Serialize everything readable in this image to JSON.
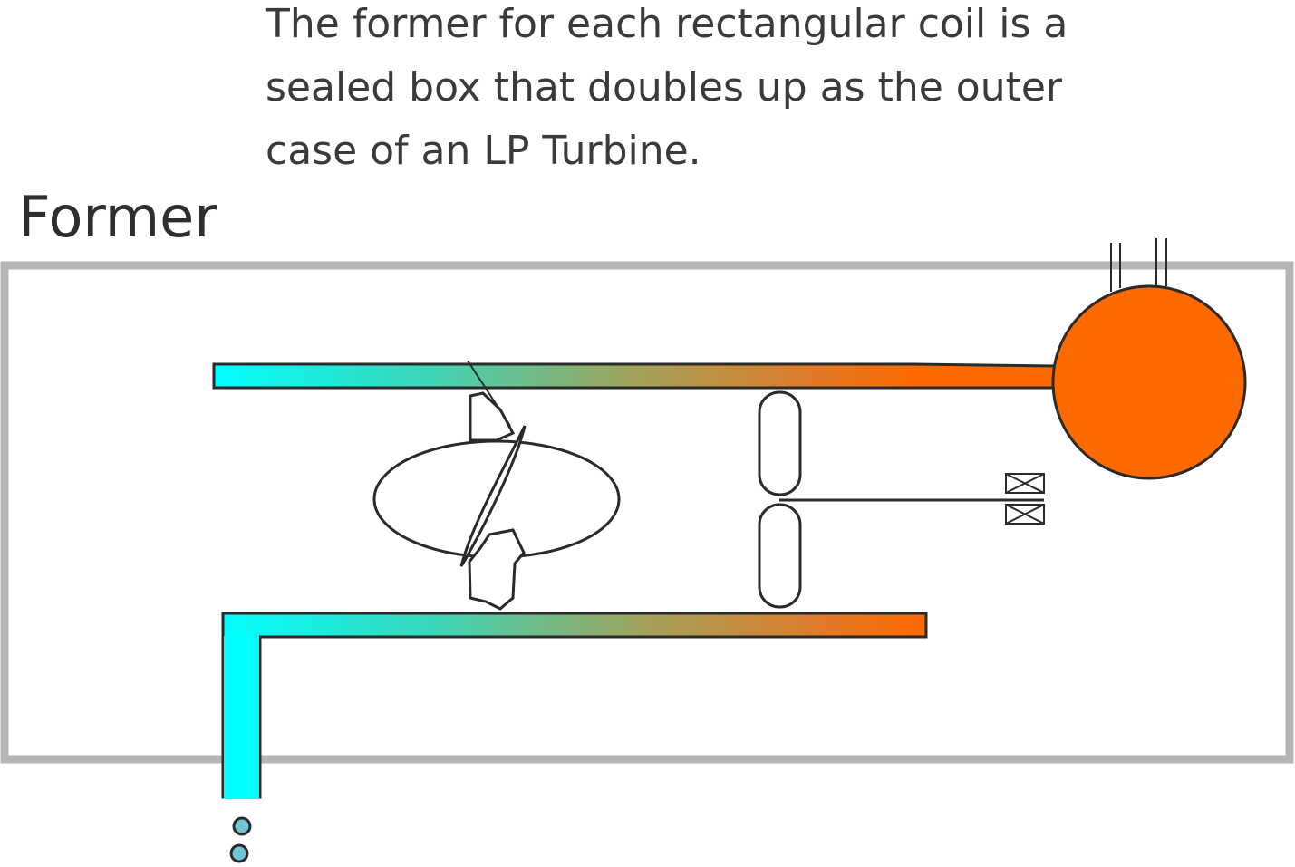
{
  "caption": {
    "lines": [
      "The former for each rectangular coil is a",
      "sealed box that doubles up as the outer",
      "case of an LP Turbine."
    ]
  },
  "former_label": "Former",
  "colors": {
    "frame": "#b5b5b5",
    "cold": "#00ffff",
    "hot": "#ff6a00",
    "mid": "#a2a25a",
    "stroke": "#2a2a2a",
    "droplet": "#6fc4d6"
  }
}
